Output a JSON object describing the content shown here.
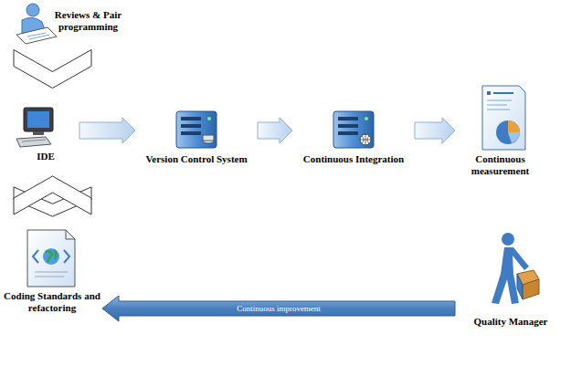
{
  "diagram": {
    "nodes": [
      {
        "text": [
          "Reviews & Pair programming"
        ]
      },
      {
        "text": [
          "IDE"
        ]
      },
      {
        "text": [
          "Version Control System"
        ]
      },
      {
        "text": [
          "Continuous Integration"
        ]
      },
      {
        "text": [
          "Continuous measurement"
        ]
      },
      {
        "text": [
          "Quality Manager"
        ]
      },
      {
        "text": [
          "Coding Standards and refactoring"
        ]
      }
    ],
    "edges": [
      {
        "from": 0,
        "to": 1,
        "arrow": "to"
      },
      {
        "from": 1,
        "to": 2,
        "arrow": "to"
      },
      {
        "from": 2,
        "to": 3,
        "arrow": "to"
      },
      {
        "from": 3,
        "to": 4,
        "arrow": "to"
      },
      {
        "from": 4,
        "to": 5,
        "arrow": "to"
      },
      {
        "from": 5,
        "to": 6,
        "label": "Continuous improvement",
        "arrow": "to"
      },
      {
        "from": 6,
        "to": 1,
        "arrow": "to"
      }
    ]
  }
}
